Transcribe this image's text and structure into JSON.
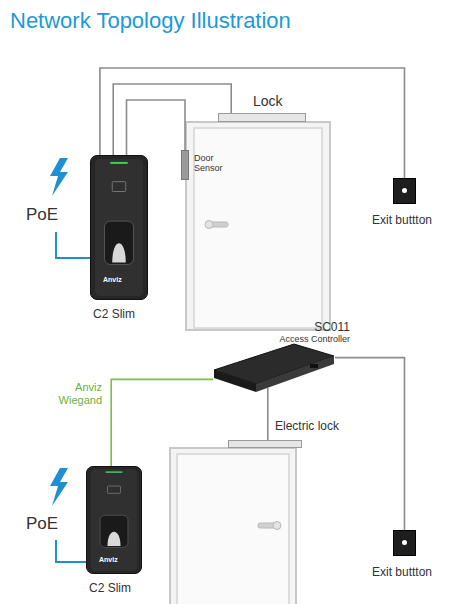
{
  "diagram": {
    "title": "Network Topology Illustration",
    "nodes": [
      {
        "text": [
          "C2 Slim"
        ]
      },
      {
        "text": [
          "Lock"
        ]
      },
      {
        "text": [
          "Door Sensor"
        ]
      },
      {
        "text": [
          "Exit buttton"
        ]
      },
      {
        "text": [
          "C2 Slim"
        ]
      },
      {
        "text": [
          "SC011",
          "Access Controller"
        ]
      },
      {
        "text": [
          "Electric lock"
        ]
      },
      {
        "text": [
          "Exit buttton"
        ]
      }
    ],
    "edges": [
      {
        "from": 0,
        "to": 3,
        "arrow": "none"
      },
      {
        "from": 0,
        "to": 1,
        "arrow": "none"
      },
      {
        "from": 0,
        "to": 2,
        "arrow": "none"
      },
      {
        "from": 4,
        "to": 5,
        "label": "Anviz Wiegand",
        "arrow": "none"
      },
      {
        "from": 5,
        "to": 6,
        "arrow": "none"
      },
      {
        "from": 5,
        "to": 7,
        "arrow": "none"
      }
    ],
    "labels": [
      "PoE",
      "PoE",
      "Anviz",
      "Anviz"
    ]
  }
}
